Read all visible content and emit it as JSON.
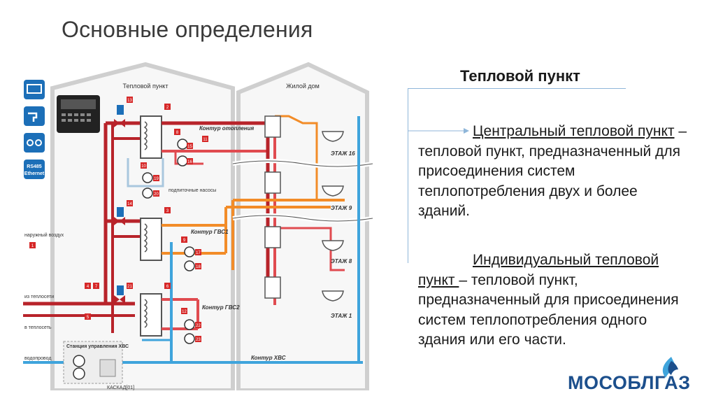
{
  "slide": {
    "title": "Основные определения"
  },
  "diagram": {
    "heat_point_label": "Тепловой пункт",
    "house_label": "Жилой дом",
    "floors": [
      "ЭТАЖ 16",
      "ЭТАЖ 9",
      "ЭТАЖ 8",
      "ЭТАЖ 1"
    ],
    "circuits": {
      "heating": "Контур отопления",
      "dhw1": "Контур ГВС1",
      "dhw2": "Контур ГВС2",
      "cold_water": "Контур ХВС"
    },
    "labels": {
      "outdoor_air": "наружный воздух",
      "from_network": "из теплосети",
      "to_network": "в теплосеть",
      "water_supply": "водопровод",
      "makeup_pumps": "подпиточные насосы",
      "pump_station": "Станция управления ХВС",
      "cascade": "КАСКАД[01]"
    },
    "sidebar_labels": [
      "RS485",
      "Ethernet"
    ],
    "markers": [
      "1",
      "2",
      "3",
      "4",
      "5",
      "6",
      "7",
      "8",
      "9",
      "10",
      "11",
      "12",
      "13",
      "14",
      "15",
      "16",
      "17",
      "18",
      "19",
      "20",
      "21",
      "22",
      "23"
    ]
  },
  "content": {
    "heading": "Тепловой пункт",
    "central_term": "Центральный тепловой пункт",
    "central_rest": " – тепловой пункт, предназначенный для присоединения систем теплопотребления двух и более зданий.",
    "individual_term": "Индивидуальный тепловой пункт ",
    "individual_rest": "– тепловой пункт, предназначенный для присоединения систем теплопотребления одного здания или его части."
  },
  "logo": {
    "text": "МОСОБЛГАЗ"
  },
  "colors": {
    "supply_red": "#b8232a",
    "return_red": "#e04b50",
    "orange": "#f28c28",
    "blue": "#3fa4dc",
    "grey_frame": "#c9c9c9",
    "brand_blue": "#1c4f8c"
  }
}
